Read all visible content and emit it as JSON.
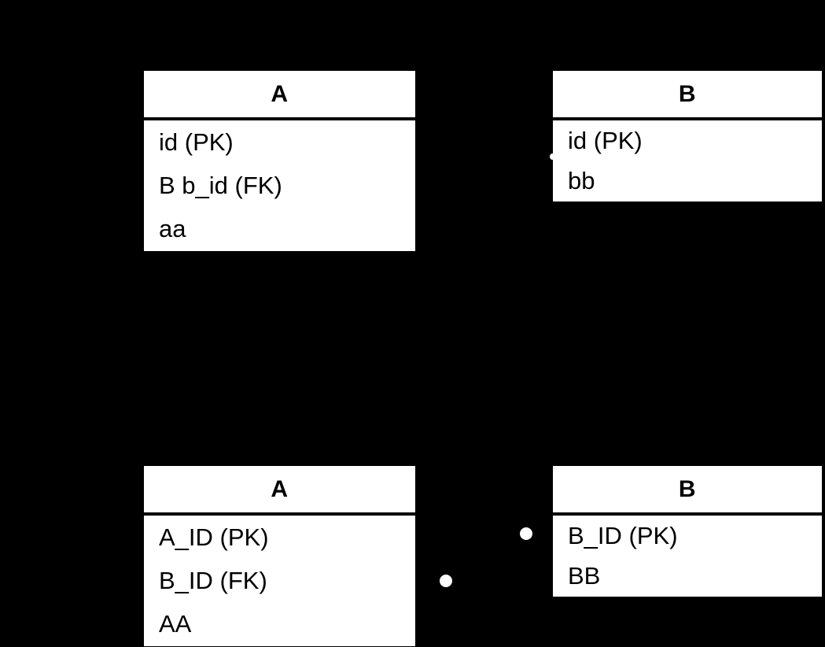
{
  "canvas": {
    "background_color": "#000000",
    "entity_fill_color": "#ffffff",
    "entity_text_color": "#000000",
    "marker_color": "#ffffff"
  },
  "diagram_upper": {
    "entity_a": {
      "title": "A",
      "attributes": [
        "id (PK)",
        "B b_id (FK)",
        "aa"
      ]
    },
    "entity_b": {
      "title": "B",
      "attributes": [
        "id (PK)",
        "bb"
      ]
    }
  },
  "diagram_lower": {
    "entity_a": {
      "title": "A",
      "attributes": [
        "A_ID (PK)",
        "B_ID (FK)",
        "AA"
      ]
    },
    "entity_b": {
      "title": "B",
      "attributes": [
        "B_ID (PK)",
        "BB"
      ]
    }
  }
}
